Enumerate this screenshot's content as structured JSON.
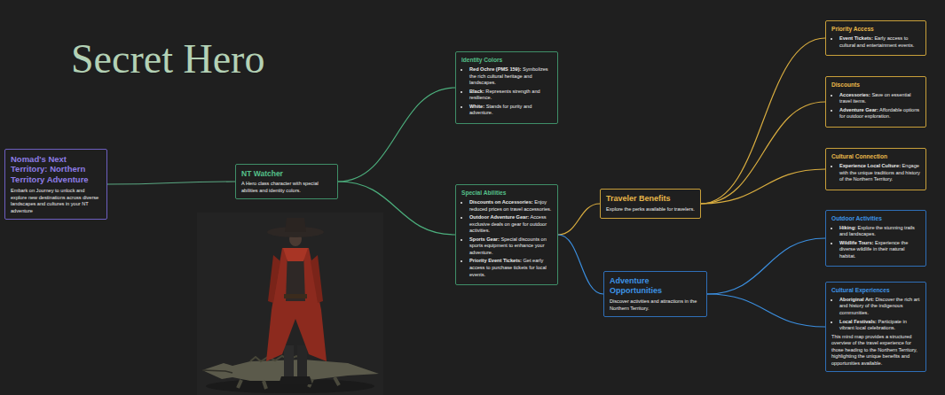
{
  "diagram": {
    "title": "Secret Hero",
    "nodes": [
      {
        "text": [
          "Nomad's Next Territory: Northern Territory Adventure",
          "Embark on Journey to unlock and explore new destinations across diverse landscapes and cultures in your NT adventure"
        ]
      },
      {
        "text": [
          "NT Watcher",
          "A Hero class character with special abilities and identity colors."
        ]
      },
      {
        "text": [
          "Identity Colors",
          "Red Ochre (PMS 159): Symbolizes the rich cultural heritage and landscapes.",
          "Black: Represents strength and resilience.",
          "White: Stands for purity and adventure."
        ]
      },
      {
        "text": [
          "Special Abilities",
          "Discounts on Accessories: Enjoy reduced prices on travel accessories.",
          "Outdoor Adventure Gear: Access exclusive deals on gear for outdoor activities.",
          "Sports Gear: Special discounts on sports equipment to enhance your adventure.",
          "Priority Event Tickets: Get early access to purchase tickets for local events."
        ]
      },
      {
        "text": [
          "Traveler Benefits",
          "Explore the perks available for travelers."
        ]
      },
      {
        "text": [
          "Adventure Opportunities",
          "Discover activities and attractions in the Northern Territory."
        ]
      },
      {
        "text": [
          "Priority Access",
          "Event Tickets: Early access to cultural and entertainment events."
        ]
      },
      {
        "text": [
          "Discounts",
          "Accessories: Save on essential travel items.",
          "Adventure Gear: Affordable options for outdoor exploration."
        ]
      },
      {
        "text": [
          "Cultural Connection",
          "Experience Local Culture: Engage with the unique traditions and history of the Northern Territory."
        ]
      },
      {
        "text": [
          "Outdoor Activities",
          "Hiking: Explore the stunning trails and landscapes.",
          "Wildlife Tours: Experience the diverse wildlife in their natural habitat."
        ]
      },
      {
        "text": [
          "Cultural Experiences",
          "Aboriginal Art: Discover the rich art and history of the indigenous communities.",
          "Local Festivals: Participate in vibrant local celebrations.",
          "This mind map provides a structured overview of the travel experience for those heading to the Northern Territory, highlighting the unique benefits and opportunities available."
        ]
      }
    ],
    "edges": [
      {
        "from": 0,
        "to": 1,
        "arrow": "none"
      },
      {
        "from": 1,
        "to": 2,
        "arrow": "none"
      },
      {
        "from": 1,
        "to": 3,
        "arrow": "none"
      },
      {
        "from": 3,
        "to": 4,
        "arrow": "none"
      },
      {
        "from": 3,
        "to": 5,
        "arrow": "none"
      },
      {
        "from": 4,
        "to": 6,
        "arrow": "none"
      },
      {
        "from": 4,
        "to": 7,
        "arrow": "none"
      },
      {
        "from": 4,
        "to": 8,
        "arrow": "none"
      },
      {
        "from": 5,
        "to": 9,
        "arrow": "none"
      },
      {
        "from": 5,
        "to": 10,
        "arrow": "none"
      }
    ]
  }
}
